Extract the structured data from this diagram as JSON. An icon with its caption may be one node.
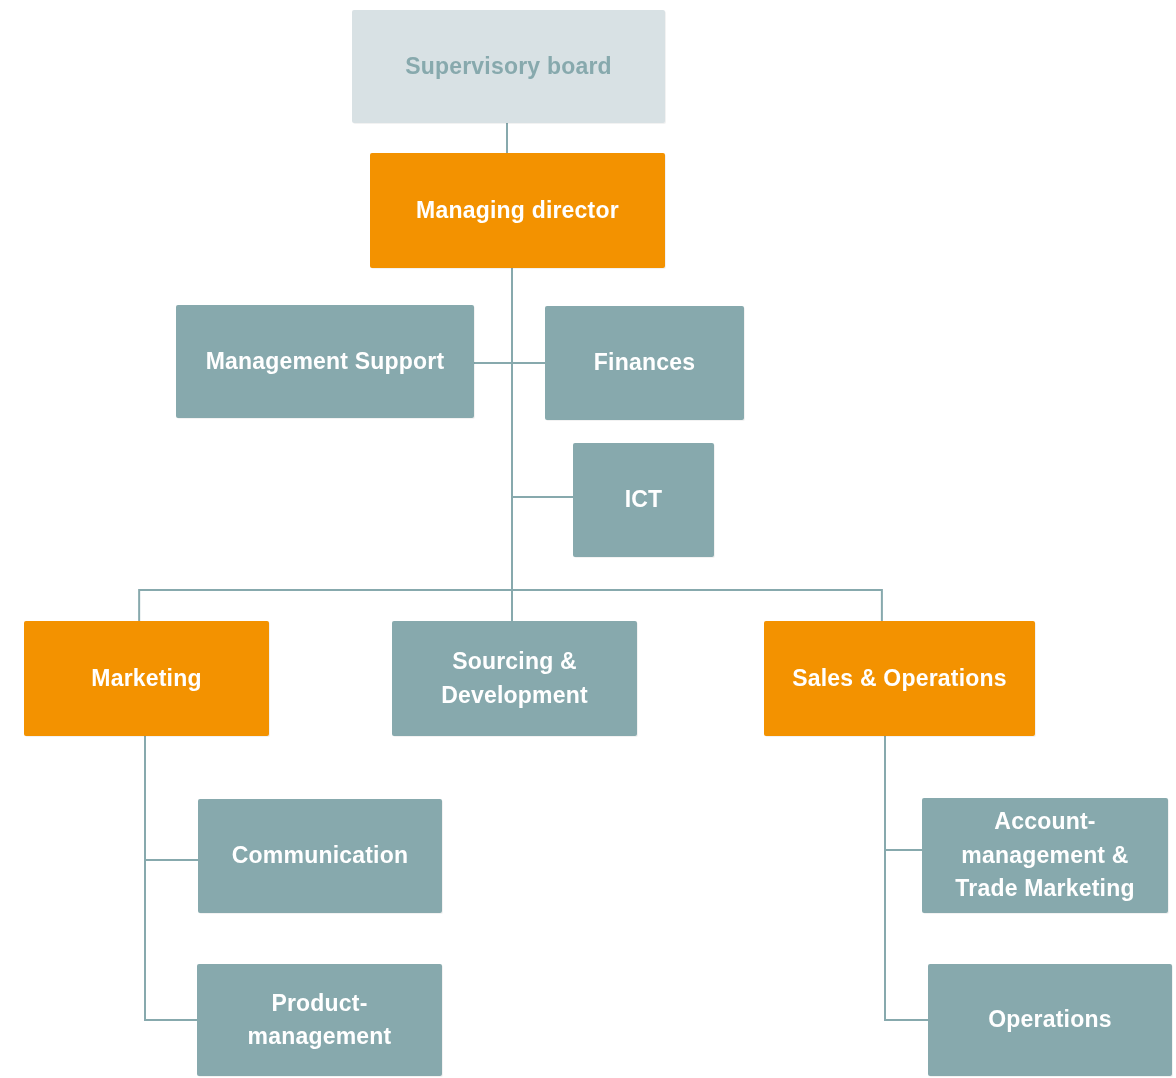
{
  "diagram": {
    "nodes": [
      {
        "text": [
          "Supervisory board"
        ]
      },
      {
        "text": [
          "Managing director"
        ]
      },
      {
        "text": [
          "Management Support"
        ]
      },
      {
        "text": [
          "Finances"
        ]
      },
      {
        "text": [
          "ICT"
        ]
      },
      {
        "text": [
          "Marketing"
        ]
      },
      {
        "text": [
          "Sourcing & Development"
        ]
      },
      {
        "text": [
          "Sales & Operations"
        ]
      },
      {
        "text": [
          "Communication"
        ]
      },
      {
        "text": [
          "Product-management"
        ]
      },
      {
        "text": [
          "Account-management & Trade Marketing"
        ]
      },
      {
        "text": [
          "Operations"
        ]
      }
    ],
    "edges": [
      {
        "from": 0,
        "to": 1,
        "arrow": "none"
      },
      {
        "from": 1,
        "to": 2,
        "arrow": "none"
      },
      {
        "from": 1,
        "to": 3,
        "arrow": "none"
      },
      {
        "from": 1,
        "to": 4,
        "arrow": "none"
      },
      {
        "from": 1,
        "to": 5,
        "arrow": "none"
      },
      {
        "from": 1,
        "to": 6,
        "arrow": "none"
      },
      {
        "from": 1,
        "to": 7,
        "arrow": "none"
      },
      {
        "from": 5,
        "to": 8,
        "arrow": "none"
      },
      {
        "from": 5,
        "to": 9,
        "arrow": "none"
      },
      {
        "from": 7,
        "to": 10,
        "arrow": "none"
      },
      {
        "from": 7,
        "to": 11,
        "arrow": "none"
      }
    ]
  }
}
